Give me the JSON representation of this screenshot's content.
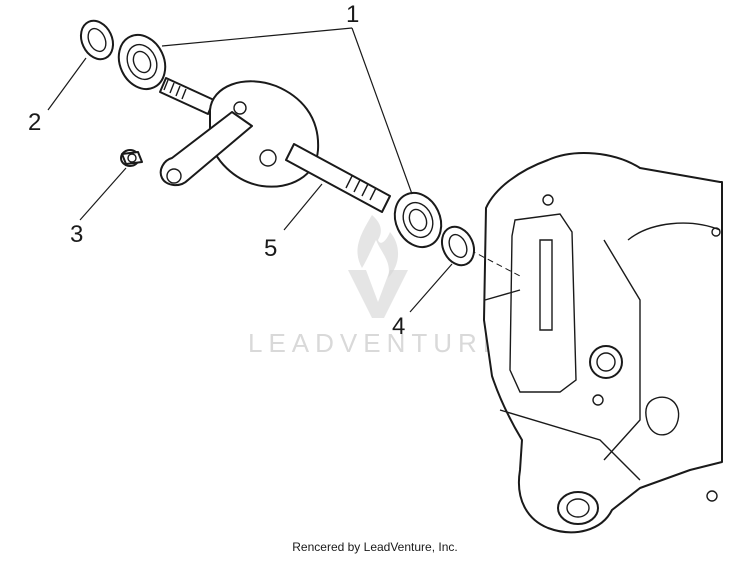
{
  "diagram": {
    "callouts": [
      {
        "id": "1",
        "label": "1"
      },
      {
        "id": "2",
        "label": "2"
      },
      {
        "id": "3",
        "label": "3"
      },
      {
        "id": "4",
        "label": "4"
      },
      {
        "id": "5",
        "label": "5"
      }
    ],
    "watermark": "LEADVENTURE",
    "credit": "Rencered by LeadVenture, Inc.",
    "colors": {
      "ink": "#1a1a1a",
      "watermark": "#c9c9c9",
      "background": "#ffffff"
    }
  }
}
